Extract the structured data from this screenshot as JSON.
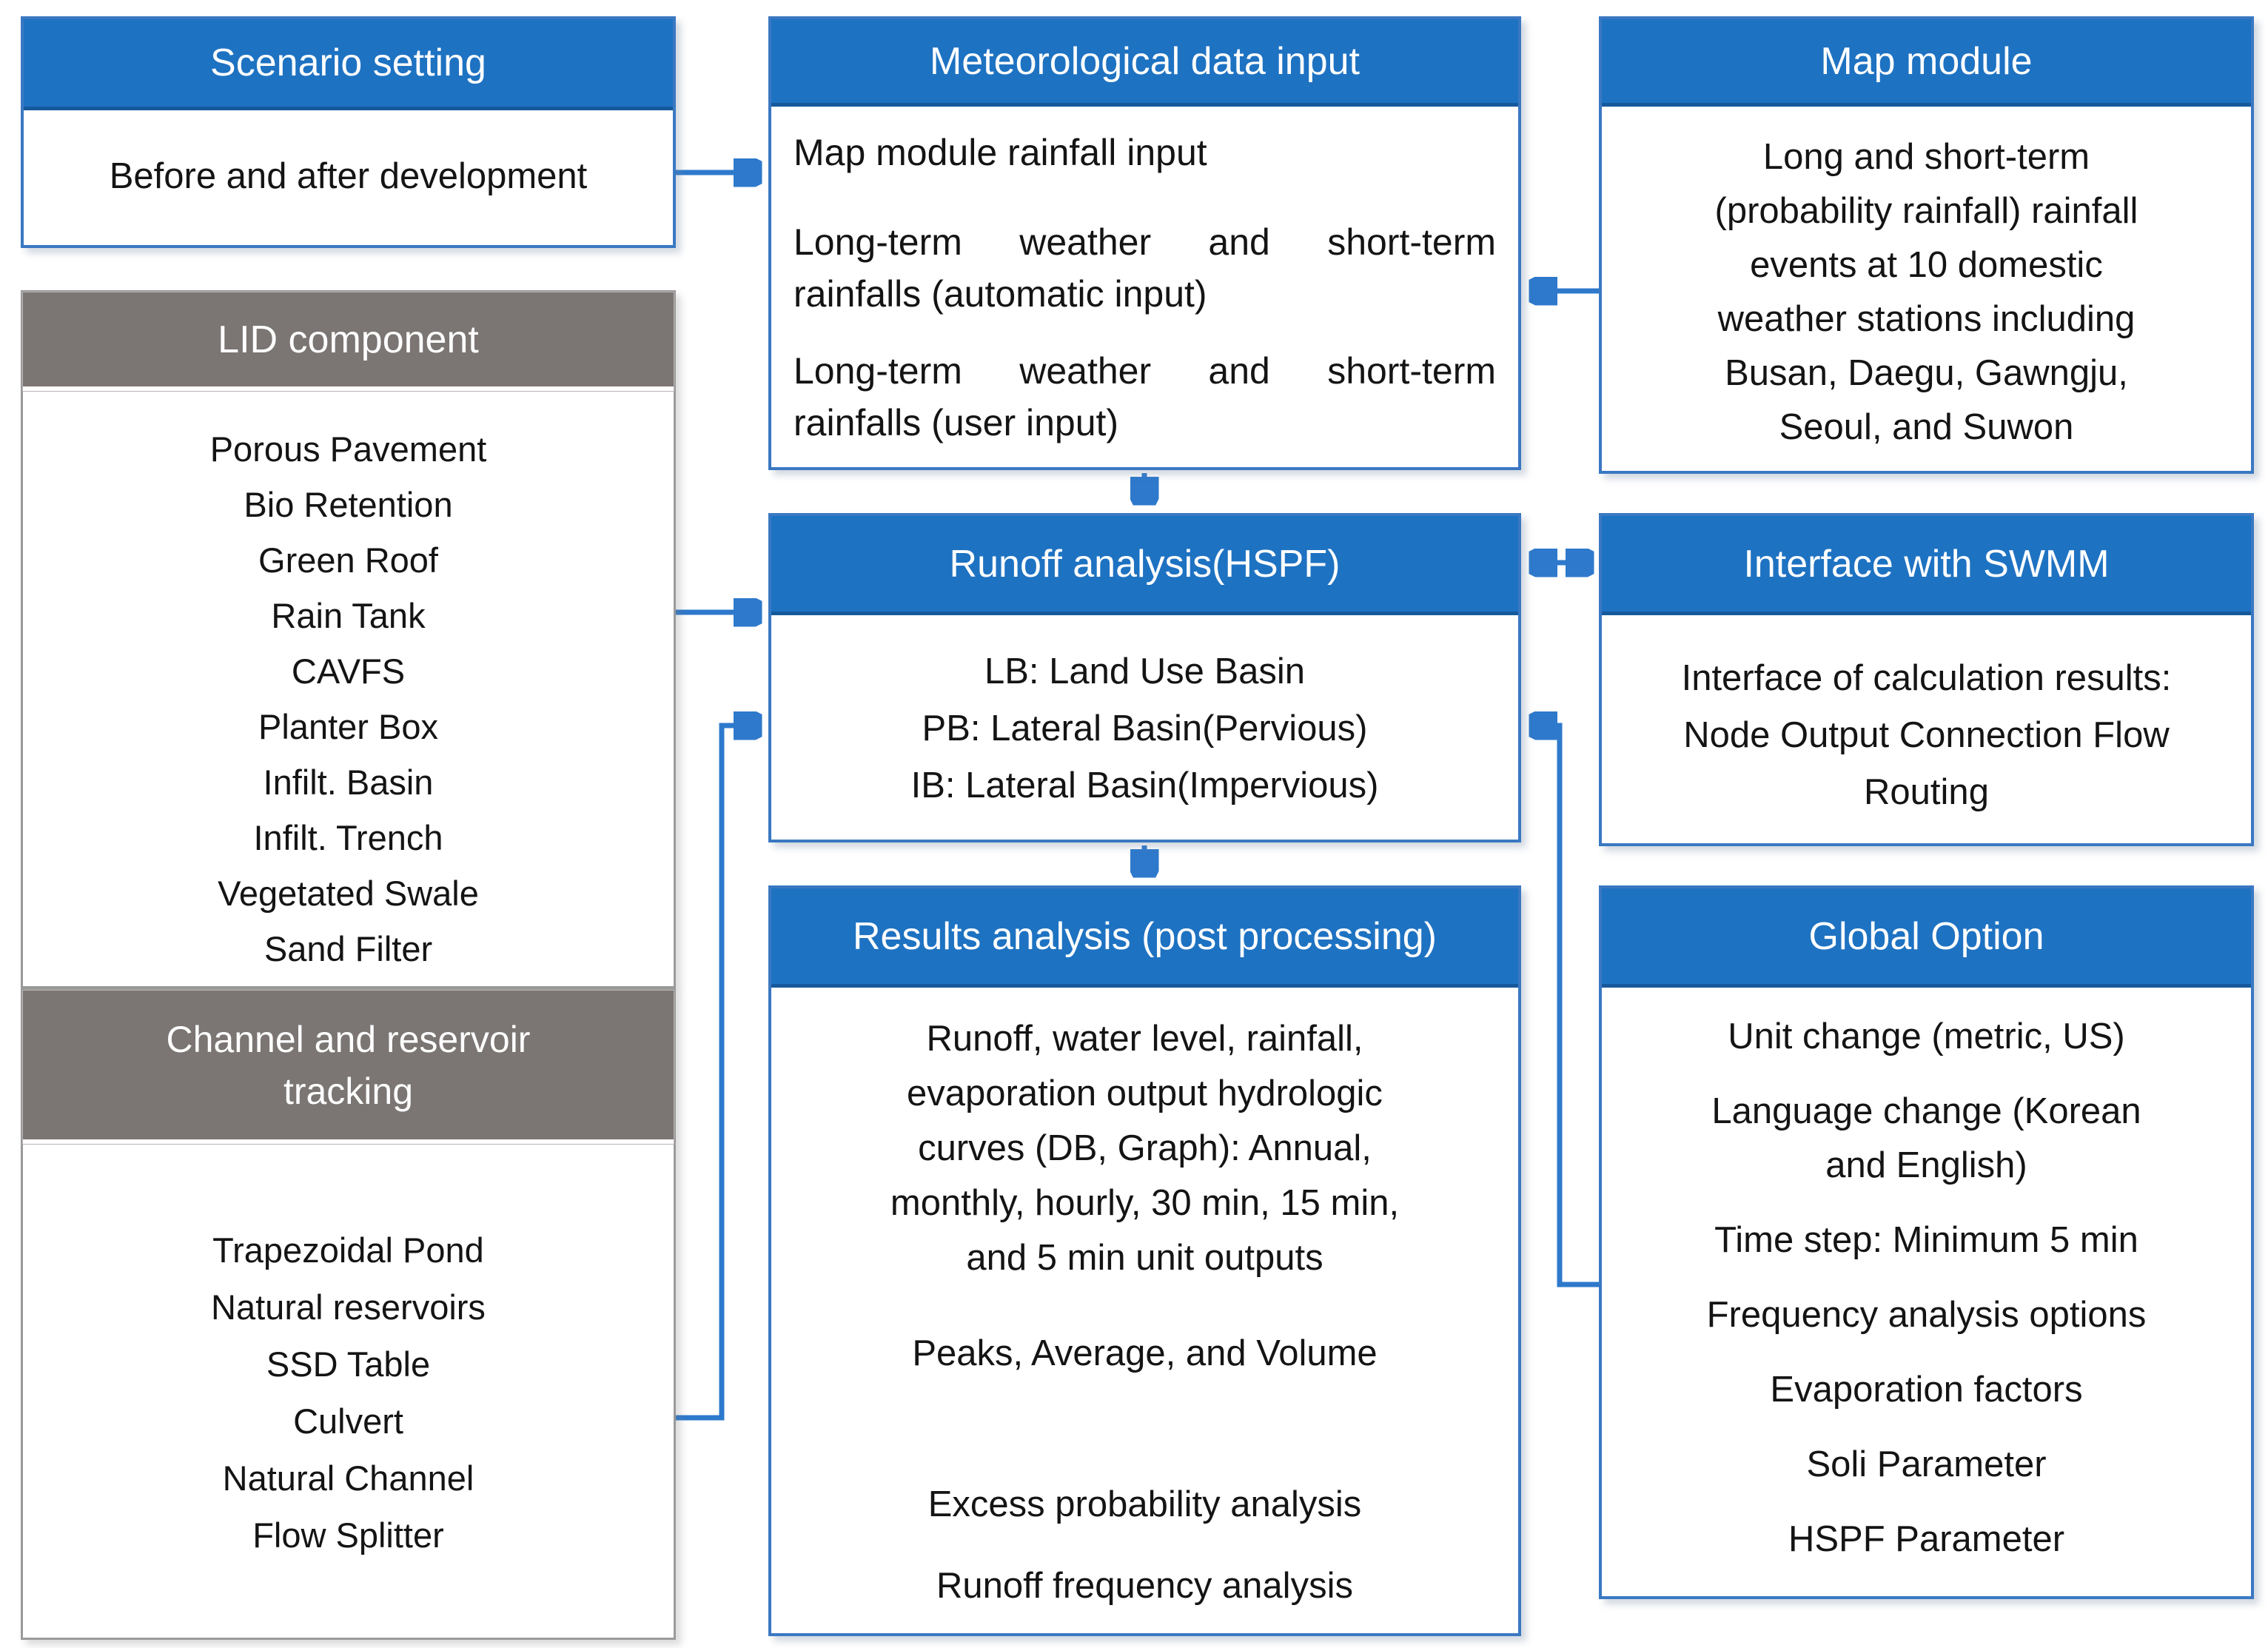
{
  "colors": {
    "header_blue": "#1e72c2",
    "header_gray": "#7b7573",
    "border_blue": "#3a78c2",
    "border_gray": "#9a9a9a",
    "arrow_blue": "#2e79cc",
    "body_text": "#141414",
    "header_text": "#ffffff"
  },
  "boxes": {
    "scenario": {
      "title": "Scenario setting",
      "body": "Before and after development"
    },
    "lid": {
      "title": "LID component",
      "items": [
        "Porous Pavement",
        "Bio Retention",
        "Green Roof",
        "Rain Tank",
        "CAVFS",
        "Planter Box",
        "Infilt. Basin",
        "Infilt. Trench",
        "Vegetated Swale",
        "Sand Filter"
      ]
    },
    "channel": {
      "title_lines": [
        "Channel and reservoir",
        "tracking"
      ],
      "items": [
        "Trapezoidal Pond",
        "Natural reservoirs",
        "SSD Table",
        "Culvert",
        "Natural Channel",
        "Flow Splitter"
      ]
    },
    "met": {
      "title": "Meteorological data input",
      "p1": "Map module rainfall input",
      "p2_lines": [
        "Long-term weather and short-term",
        "rainfalls (automatic input)"
      ],
      "p3_lines": [
        "Long-term weather and short-term",
        "rainfalls (user input)"
      ]
    },
    "runoff": {
      "title": "Runoff analysis(HSPF)",
      "lines": [
        "LB: Land Use Basin",
        "PB: Lateral Basin(Pervious)",
        "IB: Lateral Basin(Impervious)"
      ]
    },
    "results": {
      "title": "Results analysis (post processing)",
      "para1_lines": [
        "Runoff, water level, rainfall,",
        "evaporation output hydrologic",
        "curves (DB, Graph): Annual,",
        "monthly, hourly, 30 min, 15 min,",
        "and 5 min unit outputs"
      ],
      "peaks": "Peaks, Average, and Volume",
      "excess": "Excess probability analysis",
      "runoff_freq": "Runoff frequency analysis"
    },
    "map": {
      "title": "Map module",
      "body_lines": [
        "Long and short-term",
        "(probability rainfall) rainfall",
        "events at 10 domestic",
        "weather stations including",
        "Busan, Daegu, Gawngju,",
        "Seoul, and Suwon"
      ]
    },
    "interface": {
      "title": "Interface with SWMM",
      "body_lines": [
        "Interface of calculation results:",
        "Node Output Connection Flow",
        "Routing"
      ]
    },
    "global": {
      "title": "Global Option",
      "lines": [
        "Unit change (metric, US)",
        "Language change (Korean",
        "and English)",
        "Time step: Minimum 5 min",
        "Frequency analysis options",
        "Evaporation factors",
        "Soli Parameter",
        "HSPF Parameter"
      ]
    }
  }
}
